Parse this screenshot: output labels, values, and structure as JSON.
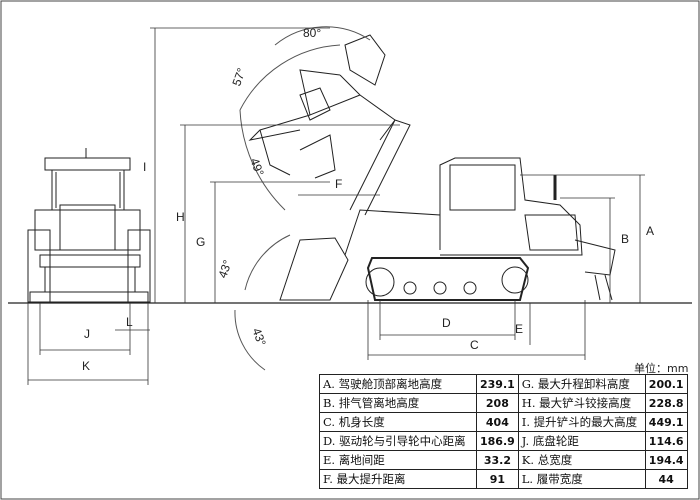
{
  "dimension_labels": {
    "A": "A",
    "B": "B",
    "C": "C",
    "D": "D",
    "E": "E",
    "F": "F",
    "G": "G",
    "H": "H",
    "I": "I",
    "J": "J",
    "K": "K",
    "L": "L"
  },
  "angles": {
    "top": "80°",
    "upper_left": "57°",
    "middle": "49°",
    "lower_front": "43°",
    "lower_back": "43°"
  },
  "unit_label": "单位：mm",
  "spec_table": [
    {
      "left_label": "A. 驾驶舱顶部离地高度",
      "left_value": "239.1",
      "right_label": "G. 最大升程卸料高度",
      "right_value": "200.1"
    },
    {
      "left_label": "B. 排气管离地高度",
      "left_value": "208",
      "right_label": "H. 最大铲斗铰接高度",
      "right_value": "228.8"
    },
    {
      "left_label": "C. 机身长度",
      "left_value": "404",
      "right_label": "I. 提升铲斗的最大高度",
      "right_value": "449.1"
    },
    {
      "left_label": "D. 驱动轮与引导轮中心距离",
      "left_value": "186.9",
      "right_label": "J. 底盘轮距",
      "right_value": "114.6"
    },
    {
      "left_label": "E. 离地间距",
      "left_value": "33.2",
      "right_label": "K. 总宽度",
      "right_value": "194.4"
    },
    {
      "left_label": "F. 最大提升距离",
      "left_value": "91",
      "right_label": "L. 履带宽度",
      "right_value": "44"
    }
  ]
}
